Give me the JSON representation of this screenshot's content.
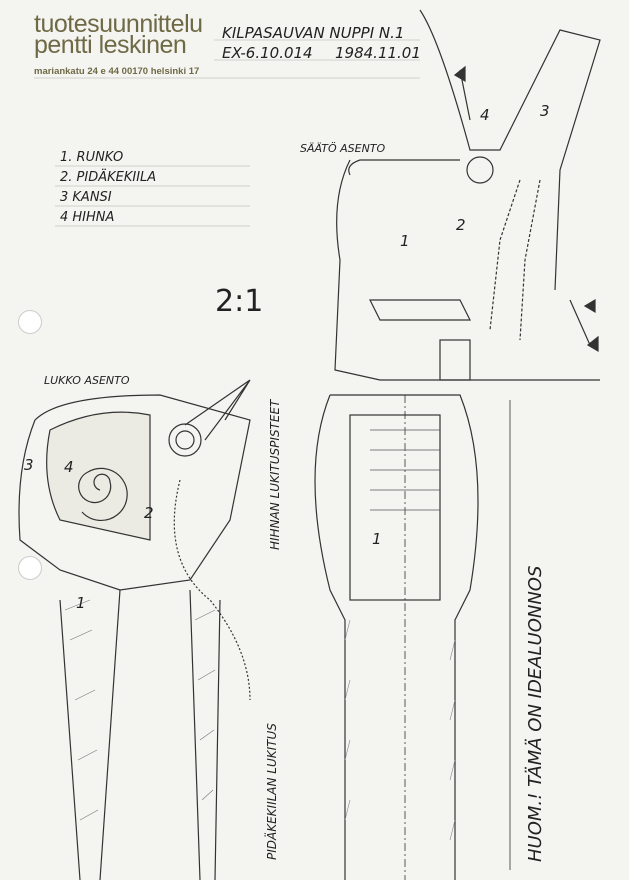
{
  "letterhead": {
    "line1": "tuotesuunnittelu",
    "line2": "pentti leskinen",
    "address": "mariankatu 24 e 44   00170 helsinki 17"
  },
  "title": {
    "name": "KILPASAUVAN NUPPI N.1",
    "code": "EX-6.10.014",
    "date": "1984.11.01"
  },
  "parts": [
    {
      "label": "1. RUNKO"
    },
    {
      "label": "2. PIDÄKEKIILA"
    },
    {
      "label": "3 KANSI"
    },
    {
      "label": "4 HIHNA"
    }
  ],
  "scale": "2:1",
  "views": {
    "adjust": "SÄÄTÖ ASENTO",
    "lock": "LUKKO ASENTO"
  },
  "annotations": {
    "strap_points": "HIHNAN LUKITUSPISTEET",
    "wedge_lock": "PIDÄKEKIILAN LUKITUS",
    "note": "HUOM.! TÄMÄ ON IDEALUONNOS"
  },
  "callouts": {
    "n1": "1",
    "n2": "2",
    "n3": "3",
    "n4": "4"
  }
}
